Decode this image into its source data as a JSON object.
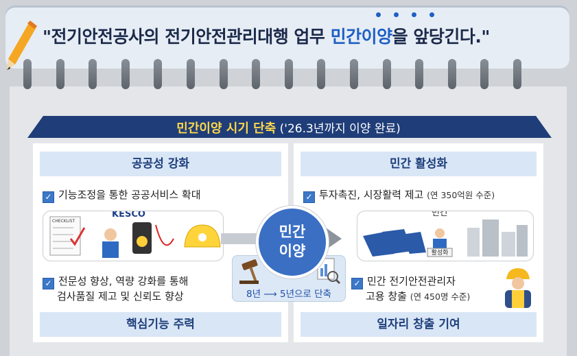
{
  "header": {
    "title_prefix": "\"전기안전공사의 전기안전관리대행 업무 ",
    "title_highlight": "민간이양",
    "title_suffix": "을 앞당긴다.\""
  },
  "ribbon": {
    "main": "민간이양 시기 단축",
    "sub": " ('26.3년까지 이양 완료)"
  },
  "left_panel": {
    "top_header": "공공성 강화",
    "item1": "기능조정을 통한 공공서비스 확대",
    "logo": "KESCO",
    "checklist_label": "CHECKLIST",
    "item2_line1": "전문성 향상, 역량 강화를 통해",
    "item2_line2": "검사품질 제고 및 신뢰도 향상",
    "bottom_header": "핵심기능 주력"
  },
  "center": {
    "circle_line1": "민간",
    "circle_line2": "이양",
    "years_text": "8년 ⟶ 5년으로 단축"
  },
  "right_panel": {
    "top_header": "민간 활성화",
    "item1": "투자촉진, 시장활력 제고",
    "item1_note": "(연 350억원 수준)",
    "private_label": "민간",
    "activation_label": "활성화",
    "item2_line1": "민간 전기안전관리자",
    "item2_line2": "고용 창출",
    "item2_note": "(연 450명 수준)",
    "bottom_header": "일자리 창출 기여"
  },
  "colors": {
    "navy": "#1f3d78",
    "accent_blue": "#1d5fc4",
    "highlight_yellow": "#ffd84a",
    "panel_header_bg": "#d9e6f6"
  }
}
